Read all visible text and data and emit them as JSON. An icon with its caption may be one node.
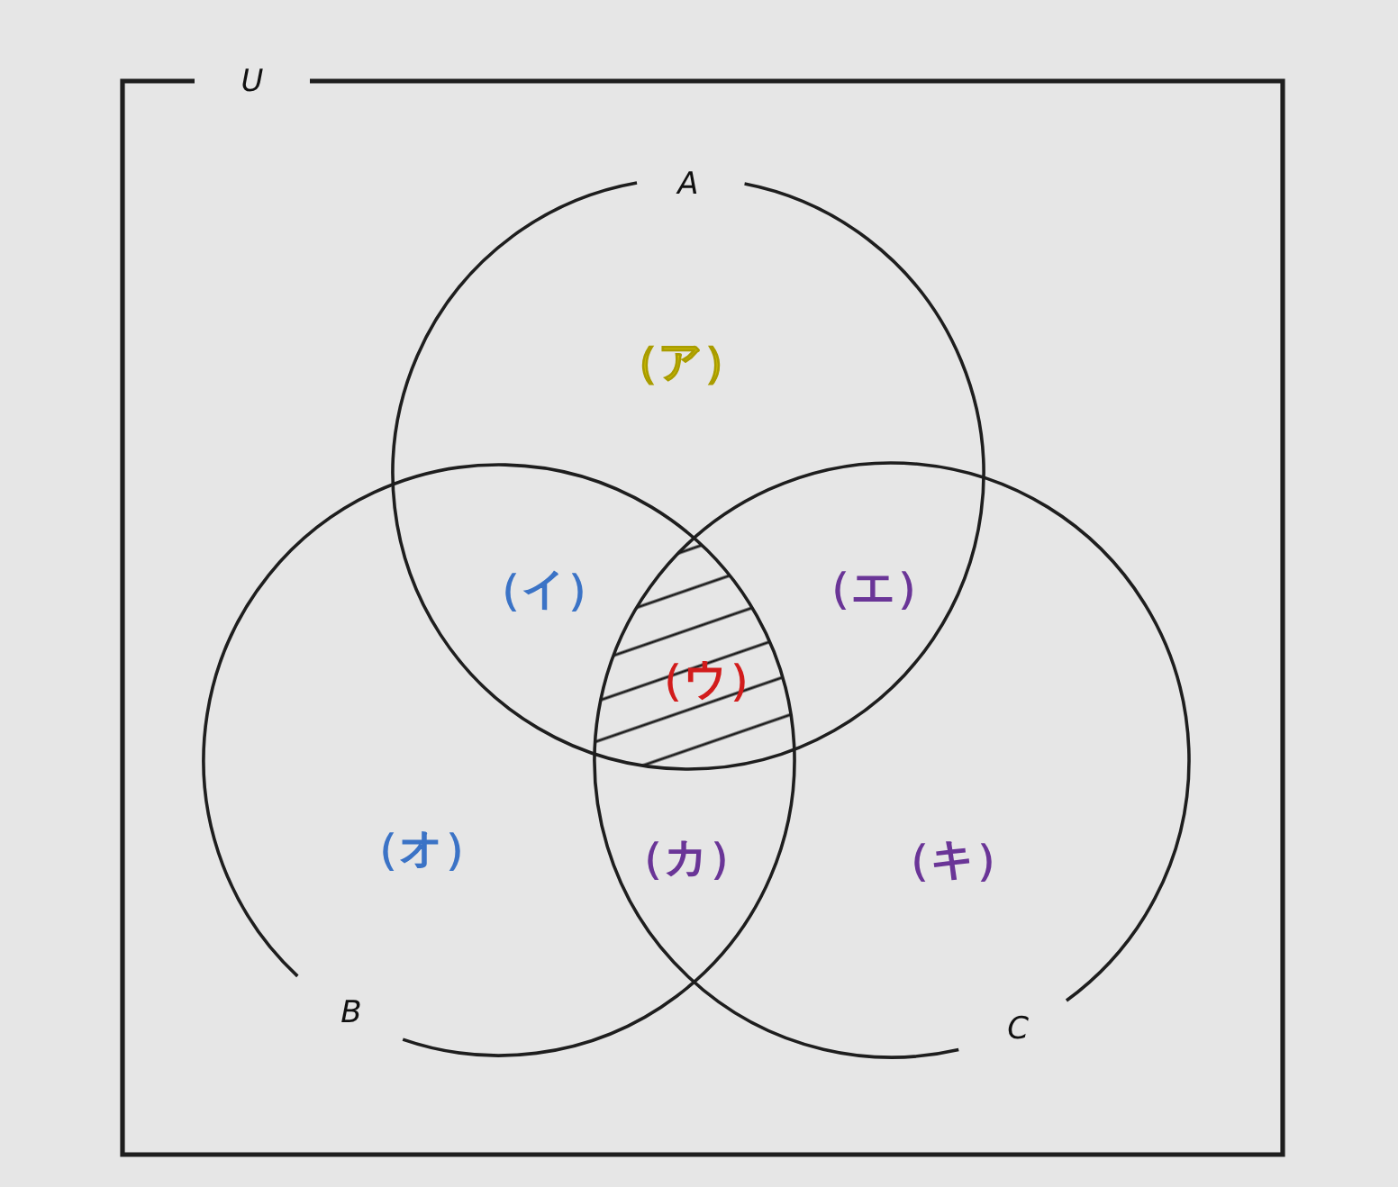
{
  "diagram": {
    "nodes": [
      {
        "text": [
          "U"
        ]
      },
      {
        "text": [
          "A"
        ],
        "in": 0
      },
      {
        "text": [
          "B"
        ],
        "in": 0
      },
      {
        "text": [
          "C"
        ],
        "in": 0
      }
    ],
    "labels": [
      "（ア）",
      "（イ）",
      "（エ）",
      "（ウ）",
      "（オ）",
      "（カ）",
      "（キ）"
    ]
  }
}
